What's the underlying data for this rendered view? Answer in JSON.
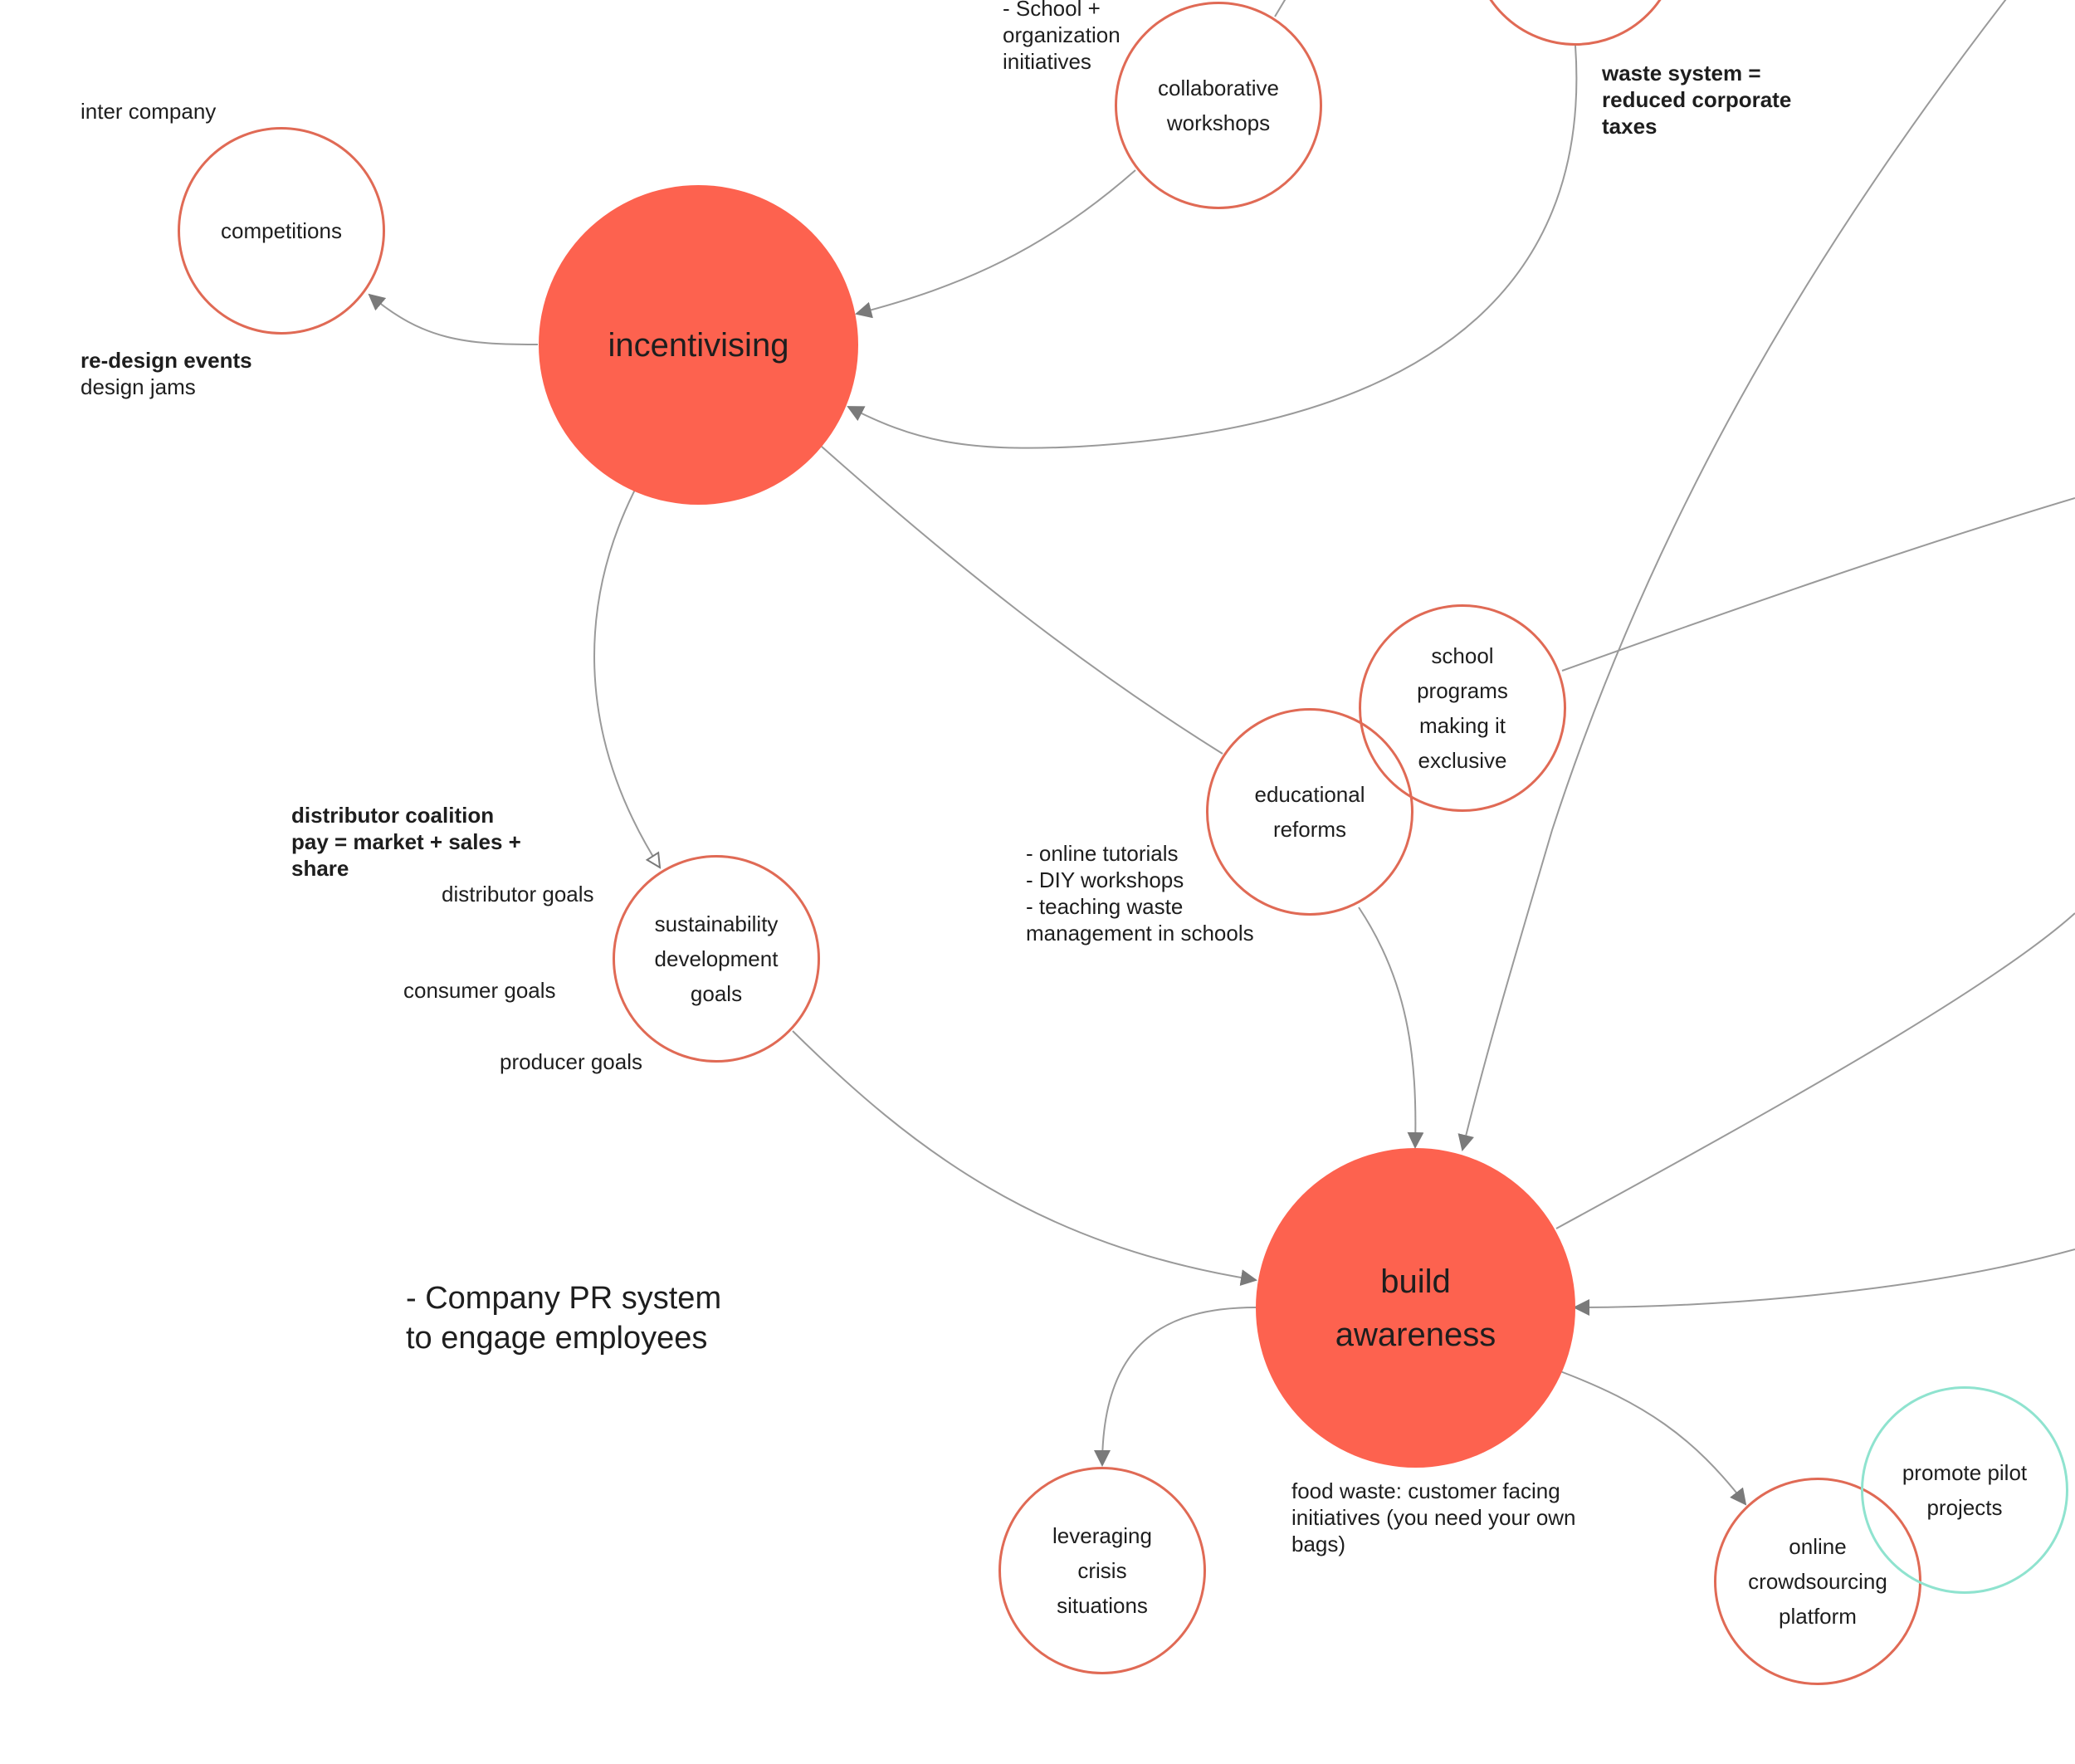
{
  "colors": {
    "primary_node": "#fd624f",
    "node_border": "#e06a55",
    "teal_border": "#8fe3cf",
    "edge": "#9a9a9a",
    "arrowhead": "#7a7a7a"
  },
  "nodes": {
    "incentivising": "incentivising",
    "build_awareness": "build\nawareness",
    "competitions": "competitions",
    "collaborative_workshops": "collaborative\nworkshops",
    "sustainability_goals": "sustainability\ndevelopment\ngoals",
    "educational_reforms": "educational\nreforms",
    "school_programs": "school\nprograms\nmaking it\nexclusive",
    "leveraging_crisis": "leveraging\ncrisis\nsituations",
    "online_crowdsourcing": "online\ncrowdsourcing\nplatform",
    "promote_pilot": "promote pilot\nprojects"
  },
  "notes": {
    "school_org": "- School +\norganization\ninitiatives",
    "inter_company": "inter company",
    "waste_system": "waste system =\nreduced corporate\ntaxes",
    "redesign_events": "re-design events",
    "design_jams": "design jams",
    "distributor_coalition": "distributor coalition\npay = market + sales +\nshare",
    "distributor_goals": "distributor goals",
    "consumer_goals": "consumer goals",
    "producer_goals": "producer goals",
    "online_tutorials": "- online tutorials\n- DIY workshops\n- teaching waste\nmanagement in schools",
    "company_pr": "- Company PR system\nto engage employees",
    "food_waste": "food waste: customer facing\ninitiatives (you need your own\nbags)"
  }
}
